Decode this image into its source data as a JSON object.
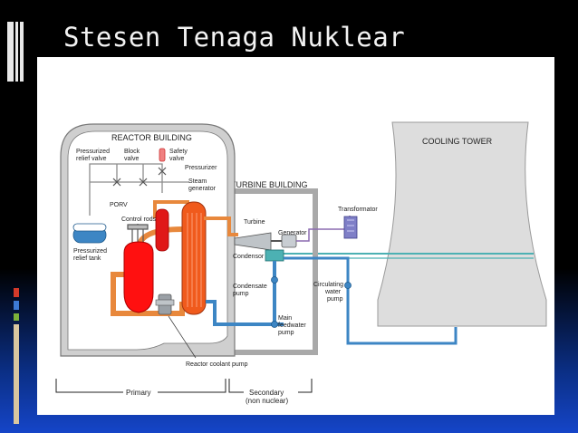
{
  "slide": {
    "title": "Stesen Tenaga Nuklear",
    "colors": {
      "background": "#000000",
      "accent_blue": "#1545c8",
      "title_text": "#f2f2f2"
    }
  },
  "diagram": {
    "labels": {
      "reactor_building": "REACTOR BUILDING",
      "turbine_building": "TURBINE BUILDING",
      "cooling_tower": "COOLING TOWER",
      "pressurized_relief_valve": [
        "Pressurized",
        "relief valve"
      ],
      "block_valve": [
        "Block",
        "valve"
      ],
      "safety_valve": [
        "Safety",
        "valve"
      ],
      "pressurizer": "Pressurizer",
      "steam_generator": [
        "Steam",
        "generator"
      ],
      "porv": "PORV",
      "control_rods": "Control rods",
      "pressurized_relief_tank": [
        "Pressurized",
        "relief tank"
      ],
      "turbine": "Turbine",
      "generator": "Generator",
      "transformator": "Transformator",
      "condensor": "Condensor",
      "condensate_pump": [
        "Condensate",
        "pump"
      ],
      "circulating_water_pump": [
        "Circulating",
        "water",
        "pump"
      ],
      "main_feedwater_pump": [
        "Main",
        "feedwater",
        "pump"
      ],
      "reactor_coolant_pump": "Reactor coolant pump",
      "primary": "Primary",
      "secondary": [
        "Secondary",
        "(non nuclear)"
      ]
    },
    "colors": {
      "reactor_vessel": "#ff1010",
      "steam_generator": "#f05a1c",
      "primary_loop": "#e8883c",
      "feedwater_loop": "#3d86c4",
      "building_gray": "#d4d4d4",
      "cooling_tower": "#dddddd",
      "cooling_water": "#4cb1b3"
    },
    "icons": [
      "valve-icon",
      "pump-icon",
      "generator-icon",
      "transformer-icon"
    ]
  }
}
